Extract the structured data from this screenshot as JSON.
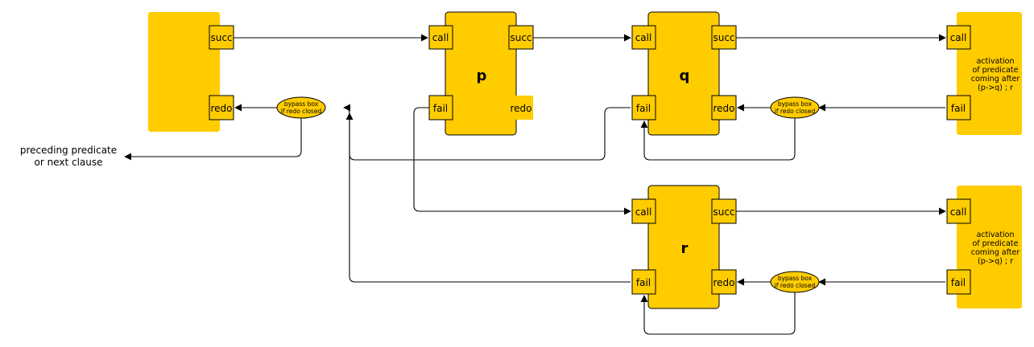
{
  "ports": {
    "succ": "succ",
    "redo": "redo",
    "call": "call",
    "fail": "fail"
  },
  "boxes": {
    "p": "p",
    "q": "q",
    "r": "r"
  },
  "bypass": {
    "line1": "bypass box",
    "line2": "if redo closed"
  },
  "activation_top": [
    "activation",
    "of predicate",
    "coming after",
    "(p->q) ; r"
  ],
  "activation_bottom": [
    "activation",
    "of predicate",
    "coming after",
    "(p->q) ; r"
  ],
  "preceding": [
    "preceding predicate",
    "or next clause"
  ],
  "colors": {
    "box": "#ffcc00",
    "line": "#000000"
  }
}
